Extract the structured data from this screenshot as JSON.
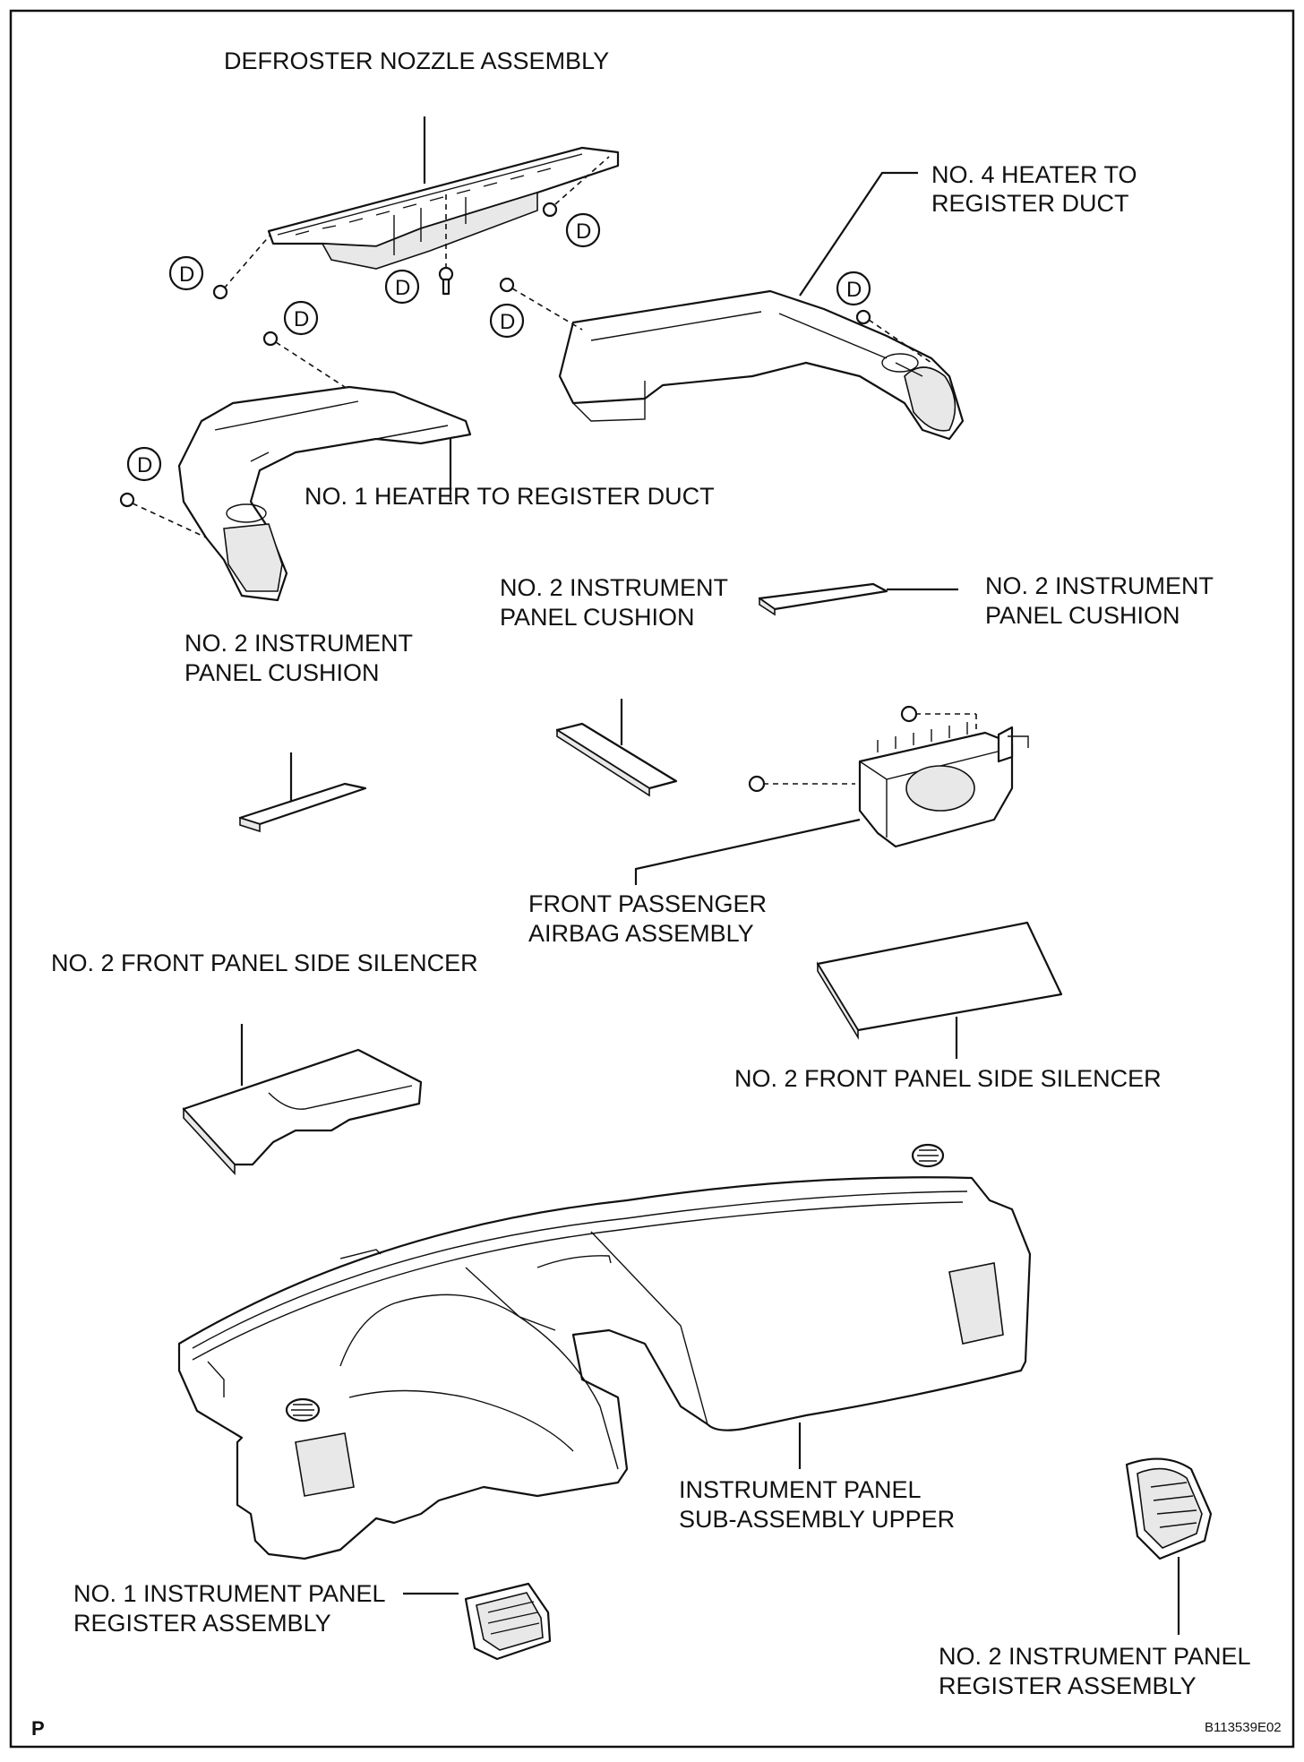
{
  "labels": {
    "defroster": "DEFROSTER NOZZLE ASSEMBLY",
    "heater4_line1": "NO. 4 HEATER TO",
    "heater4_line2": "REGISTER DUCT",
    "heater1": "NO. 1 HEATER TO REGISTER DUCT",
    "cushion_left_line1": "NO. 2 INSTRUMENT",
    "cushion_left_line2": "PANEL CUSHION",
    "cushion_mid_line1": "NO. 2 INSTRUMENT",
    "cushion_mid_line2": "PANEL CUSHION",
    "cushion_right_line1": "NO. 2 INSTRUMENT",
    "cushion_right_line2": "PANEL CUSHION",
    "airbag_line1": "FRONT PASSENGER",
    "airbag_line2": "AIRBAG ASSEMBLY",
    "silencer_left": "NO. 2 FRONT PANEL SIDE SILENCER",
    "silencer_right": "NO. 2 FRONT PANEL SIDE SILENCER",
    "panel_line1": "INSTRUMENT PANEL",
    "panel_line2": "SUB-ASSEMBLY UPPER",
    "reg1_line1": "NO. 1 INSTRUMENT PANEL",
    "reg1_line2": "REGISTER ASSEMBLY",
    "reg2_line1": "NO. 2 INSTRUMENT PANEL",
    "reg2_line2": "REGISTER ASSEMBLY"
  },
  "fastener_code": "D",
  "corner_left": "P",
  "figure_code": "B113539E02"
}
